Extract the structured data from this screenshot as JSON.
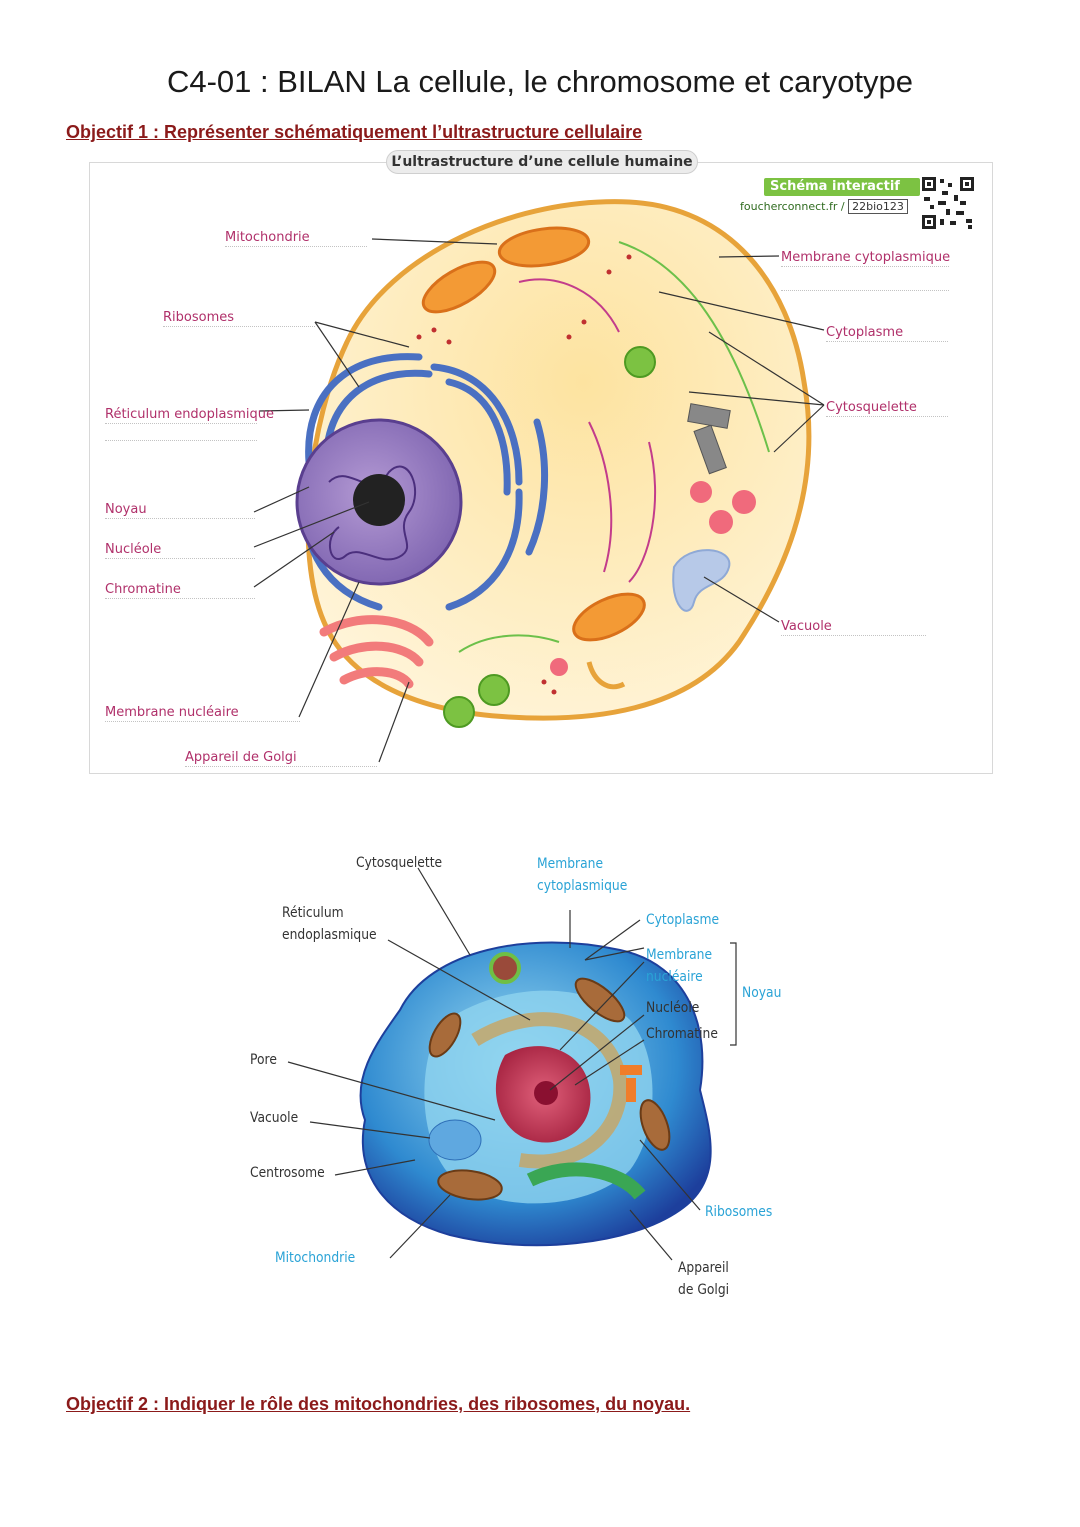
{
  "title": "C4-01 : BILAN La cellule, le chromosome et caryotype",
  "objective1": "Objectif 1 : Représenter schématiquement l’ultrastructure cellulaire",
  "objective2": "Objectif 2 : Indiquer le rôle des mitochondries, des ribosomes, du noyau.",
  "diagram1": {
    "caption": "L’ultrastructure d’une cellule humaine",
    "interactive_label": "Schéma interactif",
    "site": "foucherconnect.fr /",
    "code": "22bio123",
    "labels_left": {
      "mitochondrie": "Mitochondrie",
      "ribosomes": "Ribosomes",
      "reticulum": "Réticulum endoplasmique",
      "noyau": "Noyau",
      "nucleole": "Nucléole",
      "chromatine": "Chromatine",
      "membrane_nucleaire": "Membrane nucléaire",
      "golgi": "Appareil de Golgi"
    },
    "labels_right": {
      "membrane_cyto": "Membrane cytoplasmique",
      "cytoplasme": "Cytoplasme",
      "cytosquelette": "Cytosquelette",
      "vacuole": "Vacuole"
    }
  },
  "diagram2": {
    "cytosquelette": "Cytosquelette",
    "membrane_cyto_1": "Membrane",
    "membrane_cyto_2": "cytoplasmique",
    "reticulum_1": "Réticulum",
    "reticulum_2": "endoplasmique",
    "cytoplasme": "Cytoplasme",
    "membrane_nuc_1": "Membrane",
    "membrane_nuc_2": "nucléaire",
    "noyau": "Noyau",
    "nucleole": "Nucléole",
    "chromatine": "Chromatine",
    "pore": "Pore",
    "vacuole": "Vacuole",
    "centrosome": "Centrosome",
    "ribosomes": "Ribosomes",
    "mitochondrie": "Mitochondrie",
    "golgi_1": "Appareil",
    "golgi_2": "de Golgi"
  }
}
